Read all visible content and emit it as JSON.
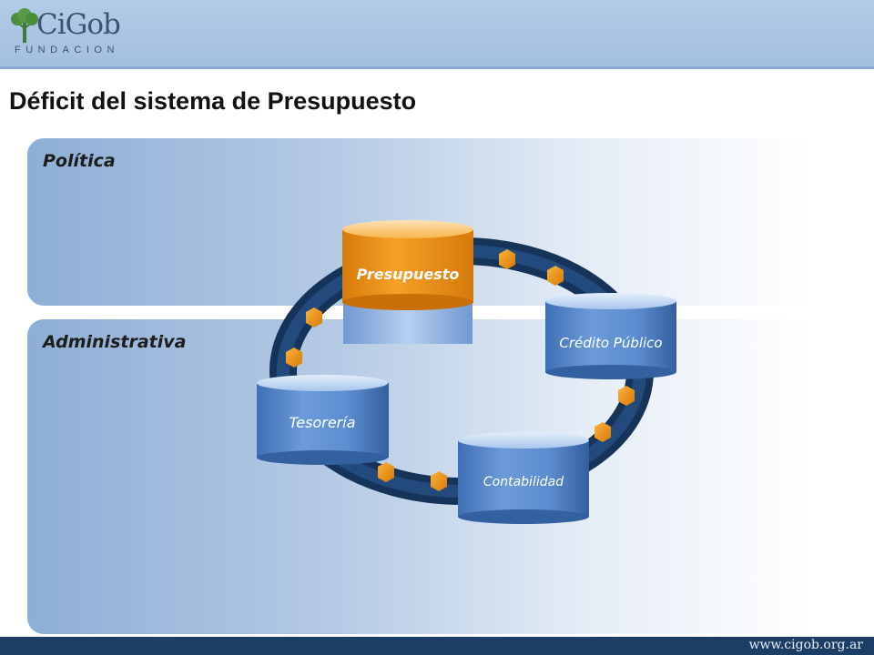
{
  "header": {
    "logo_name": "CiGob",
    "logo_sub": "FUNDACION"
  },
  "title": "Déficit del sistema de Presupuesto",
  "bands": {
    "politica": "Política",
    "administrativa": "Administrativa"
  },
  "diagram": {
    "nodes": {
      "presupuesto": "Presupuesto",
      "credito": "Crédito Público",
      "contabilidad": "Contabilidad",
      "tesoreria": "Tesorería"
    }
  },
  "footer": {
    "url": "www.cigob.org.ar"
  },
  "colors": {
    "header": "#a9c3e3",
    "footer": "#1c3d66",
    "ring": "#1e3f6a",
    "orange": "#f29418",
    "cylinder_blue": "#5b8bd0"
  }
}
